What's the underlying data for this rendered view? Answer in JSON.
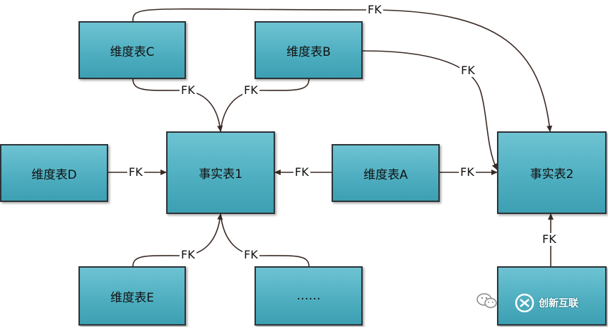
{
  "colors": {
    "box_fill": "#4fafc1",
    "box_border": "#2b3338",
    "line": "#3a2a24"
  },
  "boxes": {
    "dim_c": "维度表C",
    "dim_b": "维度表B",
    "dim_d": "维度表D",
    "fact_1": "事实表1",
    "dim_a": "维度表A",
    "fact_2": "事实表2",
    "dim_e": "维度表E",
    "ellipsis": "……"
  },
  "links": {
    "c_to_fact2": "FK",
    "b_to_fact2": "FK",
    "c_to_fact1": "FK",
    "b_to_fact1": "FK",
    "d_to_fact1": "FK",
    "a_to_fact1": "FK",
    "a_to_fact2": "FK",
    "bottom_to_fact2": "FK",
    "e_to_fact1": "FK",
    "ellipsis_to_fact1": "FK"
  },
  "watermark": {
    "icon": "wechat-icon",
    "logo": "chuangxin-logo",
    "text": "创新互联"
  }
}
